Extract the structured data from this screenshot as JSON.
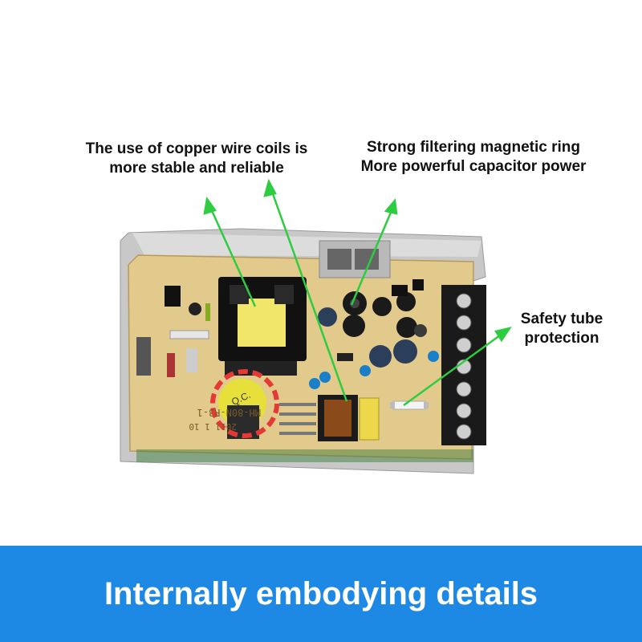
{
  "annotations": {
    "coil": {
      "line1": "The use of copper wire coils is",
      "line2": "more stable and reliable"
    },
    "filter": {
      "line1": "Strong filtering magnetic ring",
      "line2": "More powerful capacitor power"
    },
    "tube": {
      "line1": "Safety tube",
      "line2": "protection"
    }
  },
  "board": {
    "model_label": "MH-80N-R3-1",
    "date_label": "2011 1 10",
    "qc_label": "Q.C."
  },
  "banner": {
    "text": "Internally embodying details"
  },
  "colors": {
    "banner": "#1e88e5",
    "arrow": "#2ecc40",
    "pcb": "#e2c98c",
    "highlight": "#e53935"
  }
}
